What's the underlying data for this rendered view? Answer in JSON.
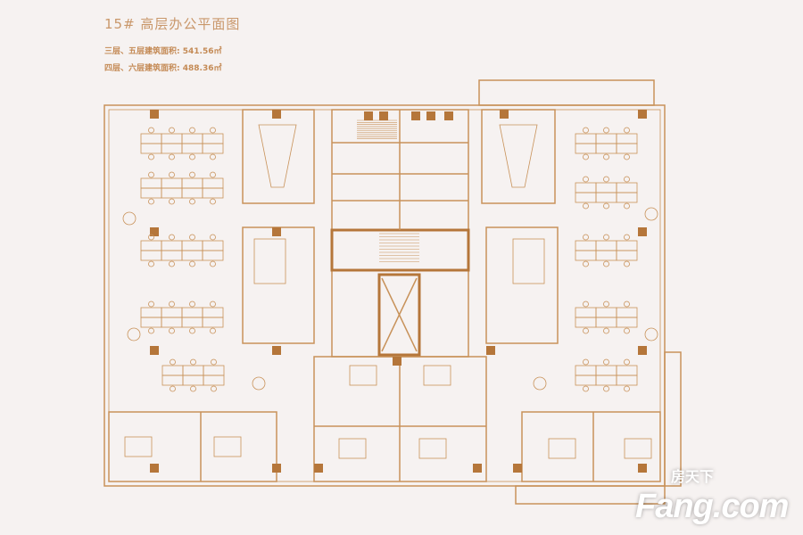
{
  "title": "15# 高层办公平面图",
  "area_lines": [
    "三层、五层建筑面积: 541.56㎡",
    "四层、六层建筑面积: 488.36㎡"
  ],
  "watermark": {
    "cn": "房天下",
    "en": "Fang.com"
  },
  "colors": {
    "line": "#c8925a",
    "dark": "#b5763a",
    "background": "#f6f2f1"
  }
}
